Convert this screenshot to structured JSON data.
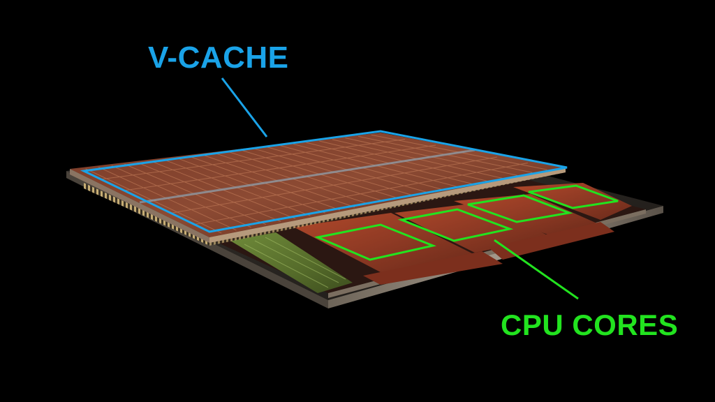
{
  "labels": {
    "vcache": "V-CACHE",
    "cpu_cores": "CPU CORES"
  },
  "colors": {
    "vcache_accent": "#1aa3e8",
    "cores_accent": "#22e31f",
    "background": "#000000"
  },
  "components": {
    "cache_die": {
      "grid_cols": 24,
      "grid_rows": 6
    },
    "core_count": 4,
    "pins": "gold-pin-row"
  }
}
